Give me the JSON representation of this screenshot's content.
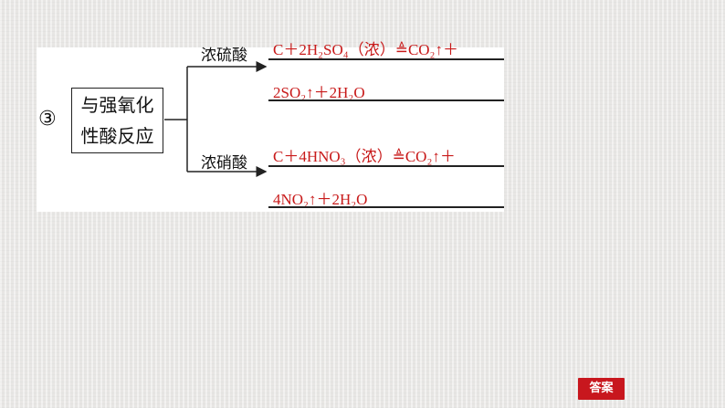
{
  "item_number": "③",
  "topic": {
    "line1": "与强氧化",
    "line2": "性酸反应"
  },
  "branches": [
    {
      "label": "浓硫酸",
      "line1": "C＋2H₂SO₄（浓）≜CO₂↑＋",
      "line2": "2SO₂↑＋2H₂O"
    },
    {
      "label": "浓硝酸",
      "line1": "C＋4HNO₃（浓）≜CO₂↑＋",
      "line2": "4NO₂↑＋2H₂O"
    }
  ],
  "answer_button": "答案",
  "colors": {
    "formula": "#c81a1a",
    "button": "#c8171e"
  }
}
